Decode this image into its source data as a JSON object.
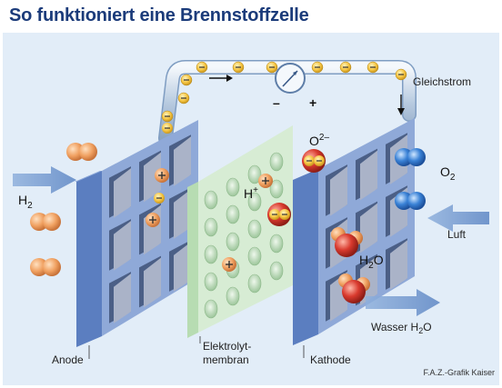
{
  "title": "So funktioniert eine Brennstoffzelle",
  "labels": {
    "h2": "H",
    "h2_sub": "2",
    "o2": "O",
    "o2_sub": "2",
    "hplus": "H",
    "hplus_sup": "+",
    "o2minus": "O",
    "o2minus_sup": "2–",
    "h2o": "H",
    "h2o_sub": "2",
    "h2o_end": "O",
    "gleichstrom": "Gleichstrom",
    "minus": "–",
    "plus": "+",
    "luft": "Luft",
    "wasser": "Wasser H",
    "wasser_sub": "2",
    "wasser_end": "O",
    "anode": "Anode",
    "elektrolyt_1": "Elektrolyt-",
    "elektrolyt_2": "membran",
    "kathode": "Kathode"
  },
  "credit": "F.A.Z.-Grafik Kaiser",
  "colors": {
    "title": "#1b3b7a",
    "panel": "#e2edf8",
    "electrode": "#6d8fcc",
    "membrane": "#d6ecd2",
    "hydrogen": "#f0a060",
    "oxygen": "#3a82d6",
    "red": "#d93a2e",
    "electron": "#f5c542"
  }
}
